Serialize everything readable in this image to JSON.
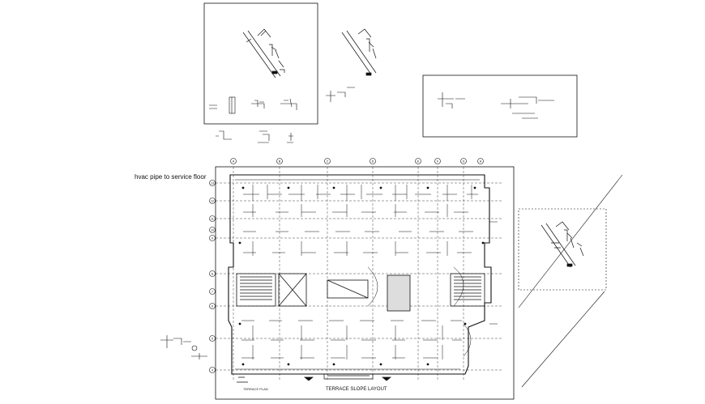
{
  "annotations": {
    "hvac_note": "hvac pipe to service floor",
    "terrace_plan_label": "TERRACE PLAN",
    "terrace_layout_title": "TERRACE SLOPE LAYOUT"
  },
  "grid": {
    "column_labels": [
      "A",
      "B",
      "C",
      "D",
      "E",
      "F",
      "G",
      "H"
    ],
    "row_labels": [
      "13",
      "12",
      "11",
      "10",
      "9",
      "8",
      "7",
      "6",
      "5",
      "4"
    ]
  },
  "colors": {
    "ink": "#111111",
    "background": "#ffffff"
  }
}
